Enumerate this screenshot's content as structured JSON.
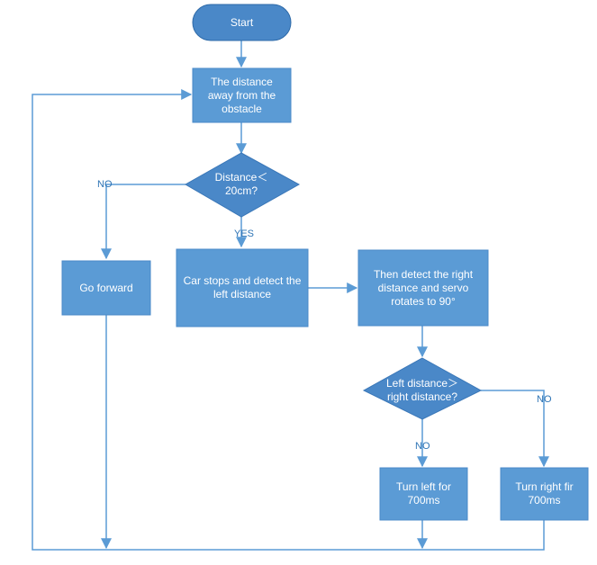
{
  "colors": {
    "fill": "#5b9bd5",
    "fill_dark": "#4a88c8",
    "stroke": "#5b9bd5",
    "line": "#5b9bd5",
    "text": "#ffffff"
  },
  "nodes": {
    "start": "Start",
    "measure": "The distance\naway from the\nobstacle",
    "decision1": "Distance＜\n20cm?",
    "go_forward": "Go forward",
    "stop_detect_left": "Car stops and detect the\nleft distance",
    "detect_right": "Then detect the right\ndistance and servo\nrotates to 90°",
    "decision2": "Left distance＞\nright distance?",
    "turn_left": "Turn left for\n700ms",
    "turn_right": "Turn right fir\n700ms"
  },
  "edge_labels": {
    "d1_no": "NO",
    "d1_yes": "YES",
    "d2_left_no": "NO",
    "d2_right_no": "NO"
  }
}
